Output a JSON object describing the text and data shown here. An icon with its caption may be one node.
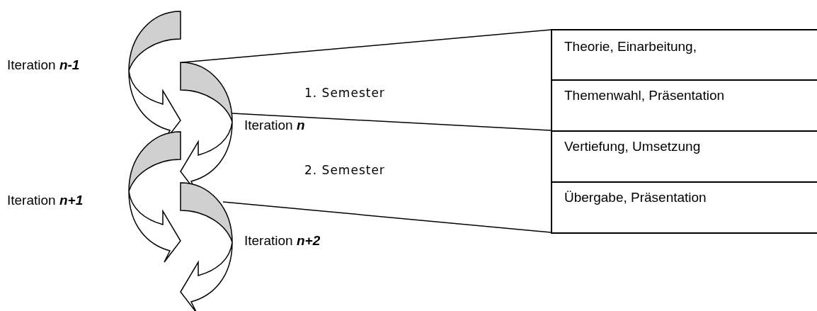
{
  "diagram": {
    "labels": [
      "Theorie, Einarbeitung,",
      "Iteration **n-1**",
      "1. Semester",
      "Themenwahl, Präsentation",
      "Iteration **n**",
      "Vertiefung, Umsetzung",
      "2. Semester",
      "Iteration **n+1**",
      "Übergabe, Präsentation",
      "Iteration **n+2**"
    ]
  }
}
